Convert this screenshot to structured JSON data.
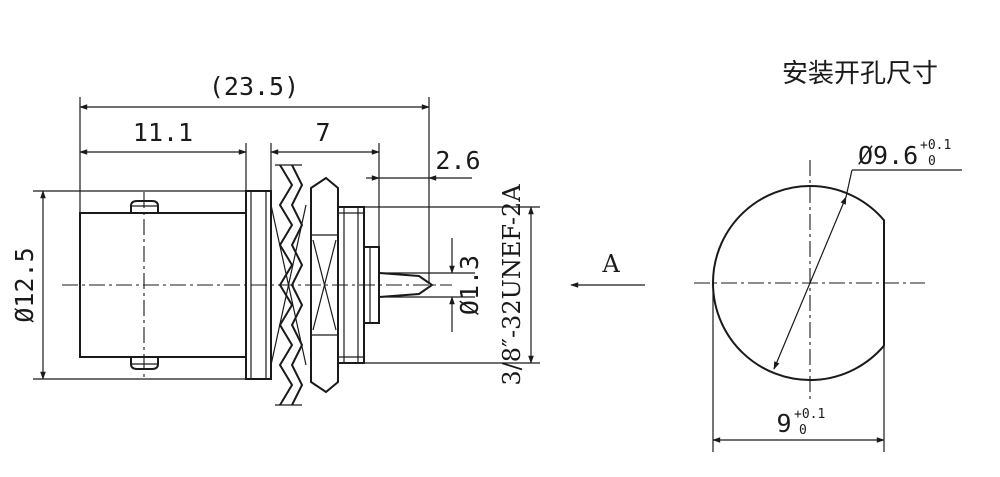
{
  "title": "安装开孔尺寸",
  "side_view": {
    "overall_length": "(23.5)",
    "body_length": "11.1",
    "flange_length": "7",
    "pin_length": "2.6",
    "body_diameter": "Ø12.5",
    "pin_diameter": "Ø1.3",
    "thread_spec": "3/8″-32UNEF-2A",
    "view_marker": "A"
  },
  "panel_cutout": {
    "diameter": "Ø9.6",
    "diameter_tol_upper": "+0.1",
    "diameter_tol_lower": "0",
    "flat_width": "9",
    "flat_width_tol_upper": "+0.1",
    "flat_width_tol_lower": "0"
  }
}
